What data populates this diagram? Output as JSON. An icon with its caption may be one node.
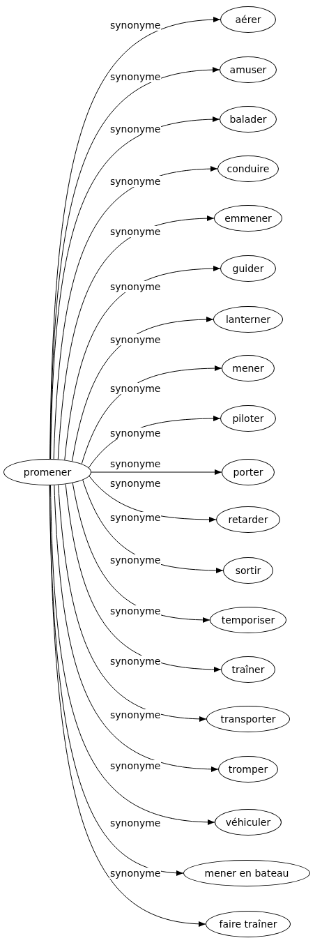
{
  "diagram": {
    "nodes": [
      {
        "text": [
          "promener"
        ]
      },
      {
        "text": [
          "aérer"
        ]
      },
      {
        "text": [
          "amuser"
        ]
      },
      {
        "text": [
          "balader"
        ]
      },
      {
        "text": [
          "conduire"
        ]
      },
      {
        "text": [
          "emmener"
        ]
      },
      {
        "text": [
          "guider"
        ]
      },
      {
        "text": [
          "lanterner"
        ]
      },
      {
        "text": [
          "mener"
        ]
      },
      {
        "text": [
          "piloter"
        ]
      },
      {
        "text": [
          "porter"
        ]
      },
      {
        "text": [
          "retarder"
        ]
      },
      {
        "text": [
          "sortir"
        ]
      },
      {
        "text": [
          "temporiser"
        ]
      },
      {
        "text": [
          "traîner"
        ]
      },
      {
        "text": [
          "transporter"
        ]
      },
      {
        "text": [
          "tromper"
        ]
      },
      {
        "text": [
          "véhiculer"
        ]
      },
      {
        "text": [
          "mener en bateau"
        ]
      },
      {
        "text": [
          "faire traîner"
        ]
      }
    ],
    "edges": [
      {
        "from": 0,
        "to": 1,
        "arrow": "to",
        "label": "synonyme"
      },
      {
        "from": 0,
        "to": 2,
        "arrow": "to",
        "label": "synonyme"
      },
      {
        "from": 0,
        "to": 3,
        "arrow": "to",
        "label": "synonyme"
      },
      {
        "from": 0,
        "to": 4,
        "arrow": "to",
        "label": "synonyme"
      },
      {
        "from": 0,
        "to": 5,
        "arrow": "to",
        "label": "synonyme"
      },
      {
        "from": 0,
        "to": 6,
        "arrow": "to",
        "label": "synonyme"
      },
      {
        "from": 0,
        "to": 7,
        "arrow": "to",
        "label": "synonyme"
      },
      {
        "from": 0,
        "to": 8,
        "arrow": "to",
        "label": "synonyme"
      },
      {
        "from": 0,
        "to": 9,
        "arrow": "to",
        "label": "synonyme"
      },
      {
        "from": 0,
        "to": 10,
        "arrow": "to",
        "label": "synonyme"
      },
      {
        "from": 0,
        "to": 11,
        "arrow": "to",
        "label": "synonyme"
      },
      {
        "from": 0,
        "to": 12,
        "arrow": "to",
        "label": "synonyme"
      },
      {
        "from": 0,
        "to": 13,
        "arrow": "to",
        "label": "synonyme"
      },
      {
        "from": 0,
        "to": 14,
        "arrow": "to",
        "label": "synonyme"
      },
      {
        "from": 0,
        "to": 15,
        "arrow": "to",
        "label": "synonyme"
      },
      {
        "from": 0,
        "to": 16,
        "arrow": "to",
        "label": "synonyme"
      },
      {
        "from": 0,
        "to": 17,
        "arrow": "to",
        "label": "synonyme"
      },
      {
        "from": 0,
        "to": 18,
        "arrow": "to",
        "label": "synonyme"
      },
      {
        "from": 0,
        "to": 19,
        "arrow": "to",
        "label": "synonyme"
      }
    ]
  }
}
